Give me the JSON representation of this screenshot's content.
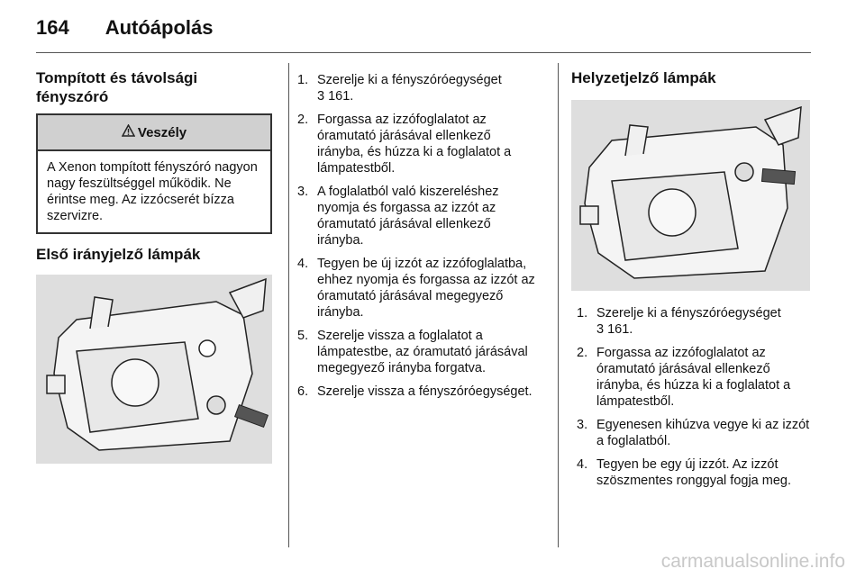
{
  "header": {
    "page_number": "164",
    "chapter": "Autóápolás"
  },
  "col1": {
    "heading": "Tompított és távolsági fényszóró",
    "warning": {
      "title": "Veszély",
      "text": "A Xenon tompított fényszóró nagyon nagy feszültséggel működik. Ne érintse meg. Az izzócserét bízza szervizre."
    },
    "heading2": "Első irányjelző lámpák"
  },
  "col2": {
    "steps": [
      {
        "num": "1.",
        "text": "Szerelje ki a fényszóróegységet",
        "ref": "3 161."
      },
      {
        "num": "2.",
        "text": "Forgassa az izzófoglalatot az óramutató járásával ellenkező irányba, és húzza ki a foglalatot a lámpatestből.",
        "ref": ""
      },
      {
        "num": "3.",
        "text": "A foglalatból való kiszereléshez nyomja és forgassa az izzót az óramutató járásával ellenkező irányba.",
        "ref": ""
      },
      {
        "num": "4.",
        "text": "Tegyen be új izzót az izzófoglalatba, ehhez nyomja és forgassa az izzót az óramutató járásával megegyező irányba.",
        "ref": ""
      },
      {
        "num": "5.",
        "text": "Szerelje vissza a foglalatot a lámpatestbe, az óramutató járásával megegyező irányba forgatva.",
        "ref": ""
      },
      {
        "num": "6.",
        "text": "Szerelje vissza a fényszóróegységet.",
        "ref": ""
      }
    ]
  },
  "col3": {
    "heading": "Helyzetjelző lámpák",
    "steps": [
      {
        "num": "1.",
        "text": "Szerelje ki a fényszóróegységet",
        "ref": "3 161."
      },
      {
        "num": "2.",
        "text": "Forgassa az izzófoglalatot az óramutató járásával ellenkező irányba, és húzza ki a foglalatot a lámpatestből.",
        "ref": ""
      },
      {
        "num": "3.",
        "text": "Egyenesen kihúzva vegye ki az izzót a foglalatból.",
        "ref": ""
      },
      {
        "num": "4.",
        "text": "Tegyen be egy új izzót. Az izzót szöszmentes ronggyal fogja meg.",
        "ref": ""
      }
    ]
  },
  "footer": {
    "watermark": "carmanualsonline.info"
  }
}
